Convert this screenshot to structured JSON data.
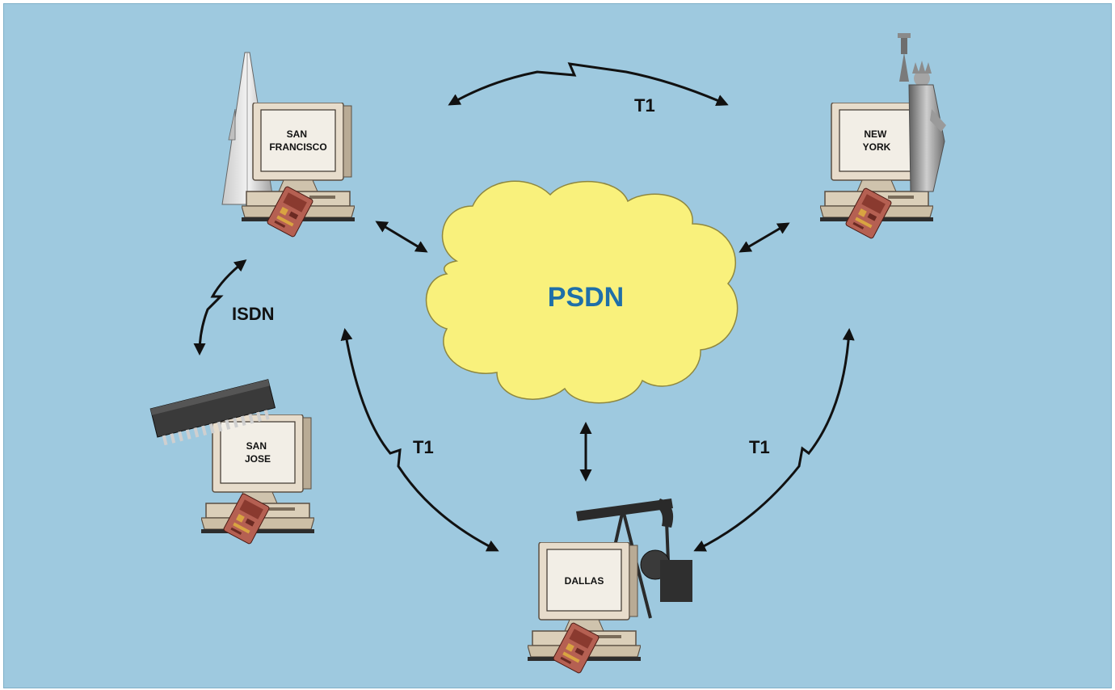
{
  "cloud": {
    "label": "PSDN"
  },
  "sites": [
    {
      "id": "sf",
      "lines": [
        "SAN",
        "FRANCISCO"
      ],
      "landmark": "transamerica-pyramid-icon"
    },
    {
      "id": "ny",
      "lines": [
        "NEW",
        "YORK"
      ],
      "landmark": "statue-of-liberty-icon"
    },
    {
      "id": "sj",
      "lines": [
        "SAN",
        "JOSE"
      ],
      "landmark": "microchip-icon"
    },
    {
      "id": "dal",
      "lines": [
        "DALLAS"
      ],
      "landmark": "oil-pump-jack-icon"
    }
  ],
  "links": {
    "sf_ny": "T1",
    "sf_sj": "ISDN",
    "sf_dal": "T1",
    "ny_dal": "T1"
  },
  "colors": {
    "background": "#9ec9df",
    "cloud_fill": "#f9f17c",
    "cloud_text": "#1f6fa8",
    "arrow": "#111111"
  }
}
